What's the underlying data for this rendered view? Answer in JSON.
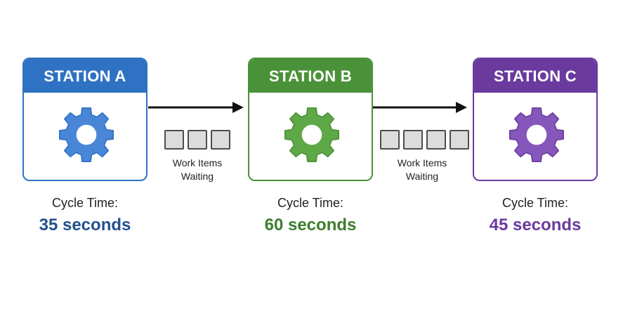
{
  "colors": {
    "station_a": "#2f72c3",
    "station_a_gear": "#4a86d8",
    "station_b": "#4a9239",
    "station_b_gear": "#5ea848",
    "station_c": "#6b3a9e",
    "station_c_gear": "#8657bb",
    "value_a": "#23508f",
    "value_b": "#3d7d2d",
    "value_c": "#6a3a9d",
    "arrow": "#111111"
  },
  "stations": [
    {
      "name": "STATION A",
      "icon": "gear-icon",
      "cycle_label": "Cycle Time:",
      "cycle_value": "35 seconds"
    },
    {
      "name": "STATION B",
      "icon": "gear-icon",
      "cycle_label": "Cycle Time:",
      "cycle_value": "60 seconds"
    },
    {
      "name": "STATION C",
      "icon": "gear-icon",
      "cycle_label": "Cycle Time:",
      "cycle_value": "45 seconds"
    }
  ],
  "queues": [
    {
      "line1": "Work Items",
      "line2": "Waiting",
      "item_count": 3
    },
    {
      "line1": "Work Items",
      "line2": "Waiting",
      "item_count": 4
    }
  ]
}
